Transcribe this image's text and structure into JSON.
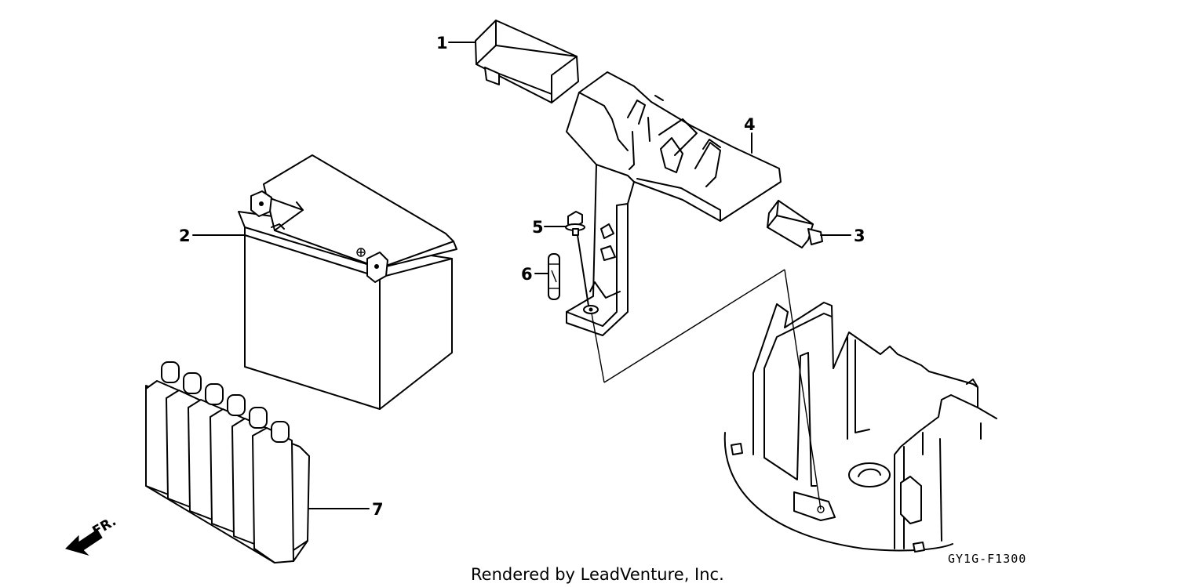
{
  "callouts": [
    {
      "id": "1",
      "label": "1"
    },
    {
      "id": "2",
      "label": "2"
    },
    {
      "id": "3",
      "label": "3"
    },
    {
      "id": "4",
      "label": "4"
    },
    {
      "id": "5",
      "label": "5"
    },
    {
      "id": "6",
      "label": "6"
    },
    {
      "id": "7",
      "label": "7"
    }
  ],
  "direction_marker": "FR.",
  "diagram_code": "GY1G-F1300",
  "credit": "Rendered by LeadVenture, Inc."
}
